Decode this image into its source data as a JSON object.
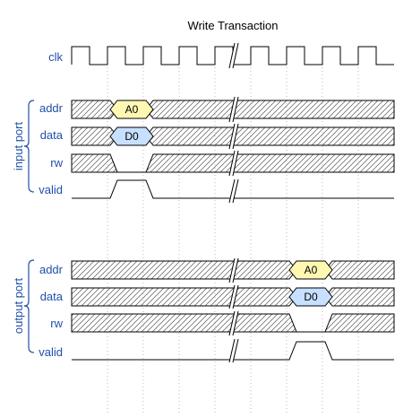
{
  "title": "Write Transaction",
  "colors": {
    "label": "#1f4fa8",
    "addr_fill": "#fff8b3",
    "data_fill": "#c8e0ff",
    "grid": "#bbbbbb"
  },
  "groups": [
    {
      "name": "input port",
      "signals": [
        {
          "name": "addr",
          "wave": "x=x",
          "data": [
            "A0"
          ],
          "color": "yellow"
        },
        {
          "name": "data",
          "wave": "x=x",
          "data": [
            "D0"
          ],
          "color": "blue"
        },
        {
          "name": "rw",
          "wave": "x0x"
        },
        {
          "name": "valid",
          "wave": "010"
        }
      ]
    },
    {
      "name": "output port",
      "signals": [
        {
          "name": "addr",
          "wave": "x=x",
          "data": [
            "A0"
          ],
          "color": "yellow"
        },
        {
          "name": "data",
          "wave": "x=x",
          "data": [
            "D0"
          ],
          "color": "blue"
        },
        {
          "name": "rw",
          "wave": "x0x"
        },
        {
          "name": "valid",
          "wave": "010"
        }
      ]
    }
  ],
  "clock": {
    "name": "clk"
  }
}
